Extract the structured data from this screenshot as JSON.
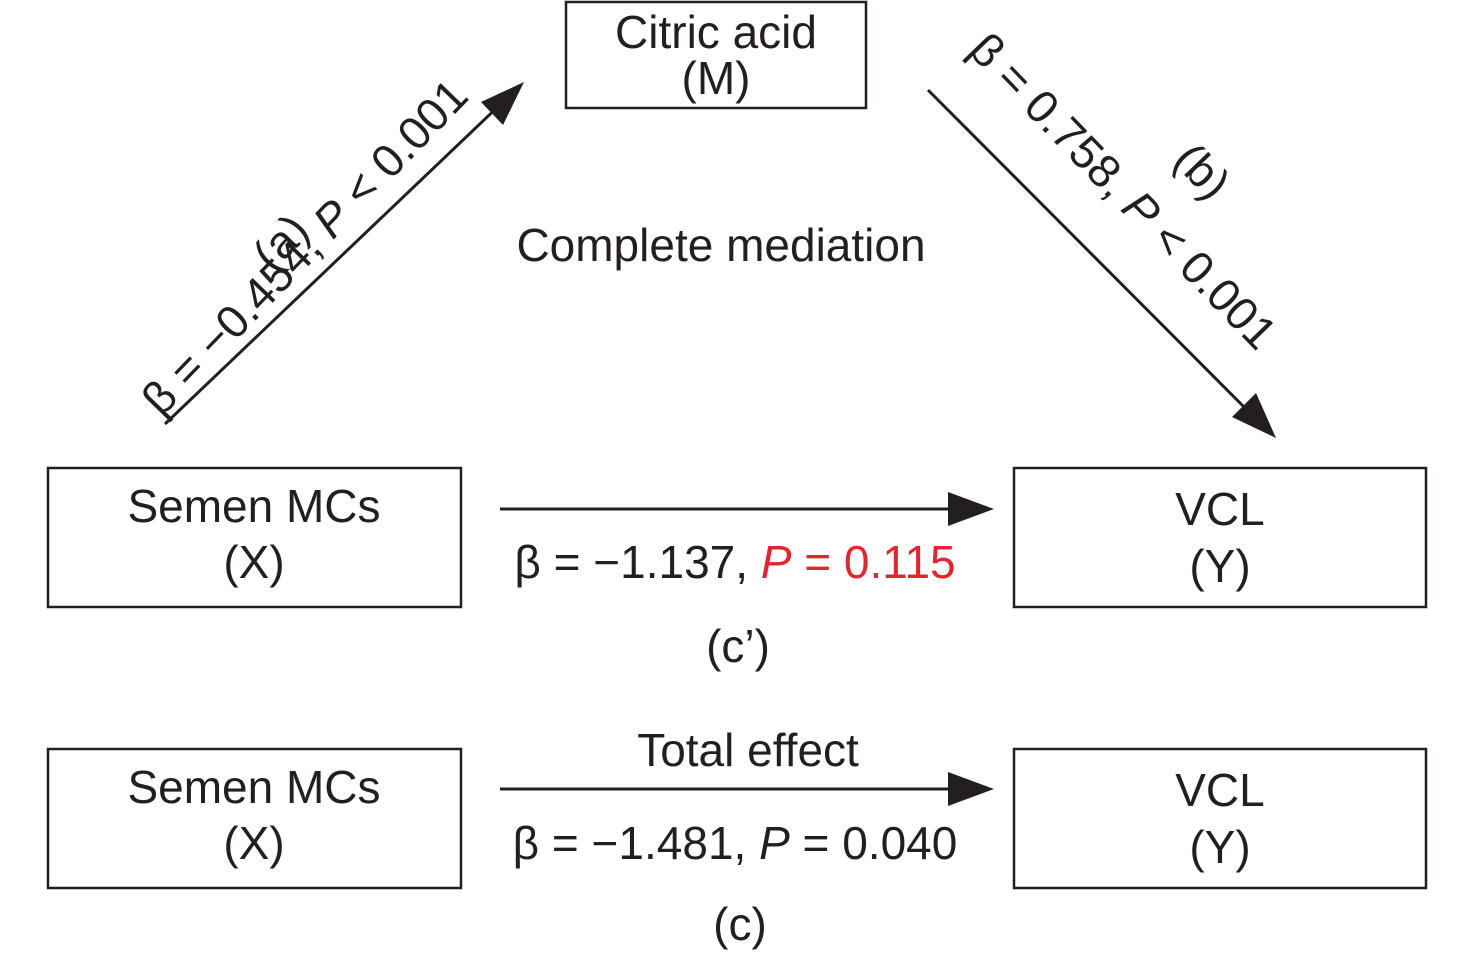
{
  "colors": {
    "text": "#231f20",
    "highlight": "#e0262f"
  },
  "nodes": {
    "mediator": {
      "name": "Citric acid",
      "role": "(M)"
    },
    "x_top": {
      "name": "Semen MCs",
      "role": "(X)"
    },
    "y_top": {
      "name": "VCL",
      "role": "(Y)"
    },
    "x_bottom": {
      "name": "Semen MCs",
      "role": "(X)"
    },
    "y_bottom": {
      "name": "VCL",
      "role": "(Y)"
    }
  },
  "paths": {
    "a": {
      "tag": "(a)",
      "beta_text": "β = −0.454, ",
      "p_symbol": "P",
      "p_text": " < 0.001"
    },
    "b": {
      "tag": "(b)",
      "beta_text": "β = 0.758, ",
      "p_symbol": "P",
      "p_text": " < 0.001"
    },
    "c_prime": {
      "tag": "(c’)",
      "beta_text": "β = −1.137, ",
      "p_symbol": "P",
      "p_text": " = 0.115"
    },
    "c": {
      "tag": "(c)",
      "label": "Total effect",
      "beta_text": "β = −1.481, ",
      "p_symbol": "P",
      "p_text": " = 0.040"
    }
  },
  "annotation": "Complete mediation"
}
